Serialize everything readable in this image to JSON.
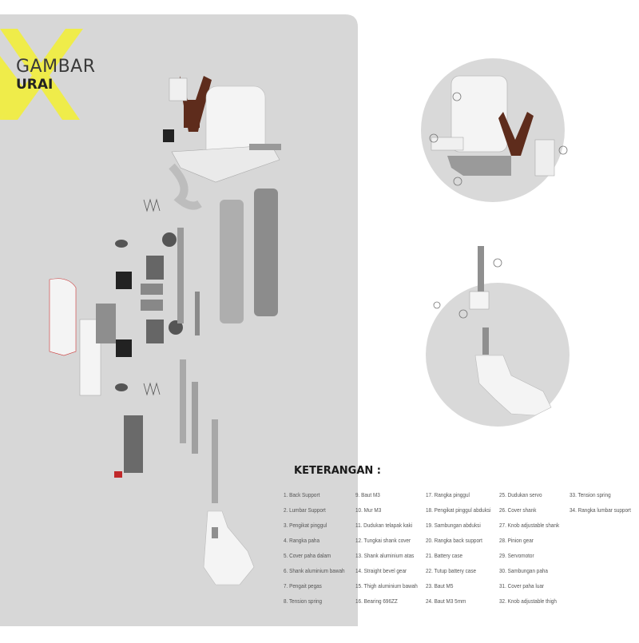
{
  "title": {
    "line1": "GAMBAR",
    "line2": "URAI"
  },
  "legend": {
    "heading": "KETERANGAN :",
    "columns": [
      [
        "1.  Back Support",
        "2.  Lumbar Support",
        "3.  Pengikat pinggul",
        "4.  Rangka paha",
        "5.  Cover paha dalam",
        "6.  Shank aluminium bawah",
        "7.  Pengait pegas",
        "8.  Tension spring"
      ],
      [
        "9.  Baut M3",
        "10. Mur M3",
        "11.  Dudukan telapak kaki",
        "12.  Tungkai shank cover",
        "13.  Shank aluminium atas",
        "14.  Straight bevel gear",
        "15.  Thigh aluminium bawah",
        "16.  Bearing 696ZZ"
      ],
      [
        "17.  Rangka pinggul",
        "18.  Pengikat pinggul abduksi",
        "19.  Sambungan abduksi",
        "20.  Rangka back support",
        "21.  Battery case",
        "22.  Tutup battery case",
        "23.  Baut M5",
        "24.  Baut M3 5mm"
      ],
      [
        "25.  Dudukan servo",
        "26.  Cover shank",
        "27.  Knob adjustable shank",
        "28.  Pinion gear",
        "29.  Servomotor",
        "30.  Sambungan paha",
        "31.  Cover paha luar",
        "32.  Knob adjustable thigh"
      ],
      [
        "33.  Tension spring",
        "34.  Rangka lumbar support"
      ]
    ]
  },
  "colors": {
    "panel": "#d7d7d7",
    "accent": "#f2ef3b",
    "frame_brown": "#5e2c1c",
    "part_white": "#f4f4f4",
    "part_grey": "#8f8f8f",
    "circle_bg": "#d9d9d9"
  }
}
